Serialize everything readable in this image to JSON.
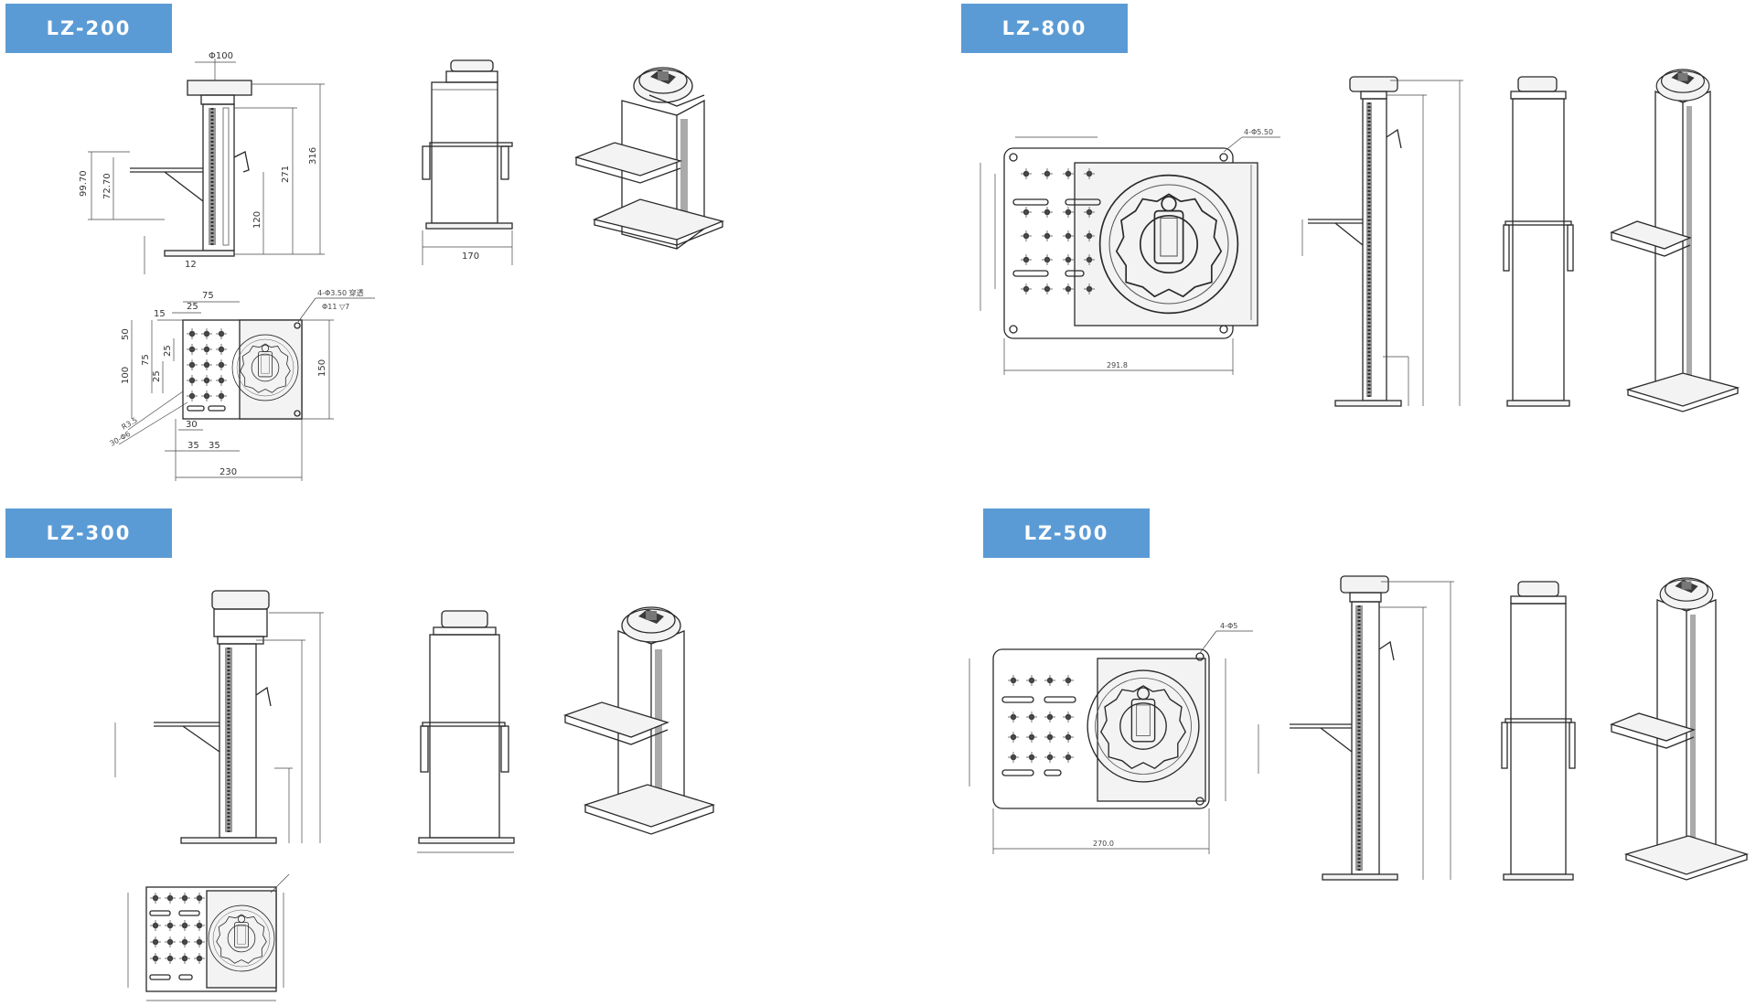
{
  "sections": {
    "lz200": {
      "label": "LZ-200"
    },
    "lz800": {
      "label": "LZ-800"
    },
    "lz300": {
      "label": "LZ-300"
    },
    "lz500": {
      "label": "LZ-500"
    }
  },
  "dims": {
    "lz200": {
      "handwheel_dia": "Φ100",
      "height_total": "316",
      "height_column": "271",
      "platform_h1": "99.70",
      "platform_h2": "72.70",
      "platform_low": "120",
      "base_h": "12",
      "width_side": "170",
      "top_75": "75",
      "top_25": "25",
      "top_15": "15",
      "left_50": "50",
      "left_25": "25",
      "left_75": "75",
      "left_100": "100",
      "left_25b": "25",
      "base_square": "150",
      "bottom_30": "30",
      "bottom_35a": "35",
      "bottom_35b": "35",
      "total_width": "230",
      "hole_note1": "4-Φ3.50 穿透",
      "hole_note2": "Φ11 ▽7",
      "slot_note1": "R3.5",
      "slot_note2": "30-Φ6"
    },
    "lz800": {
      "total_width": "291.8",
      "note": "4-Φ5.50"
    },
    "lz500": {
      "total_width": "270.0",
      "note": "4-Φ5"
    }
  }
}
